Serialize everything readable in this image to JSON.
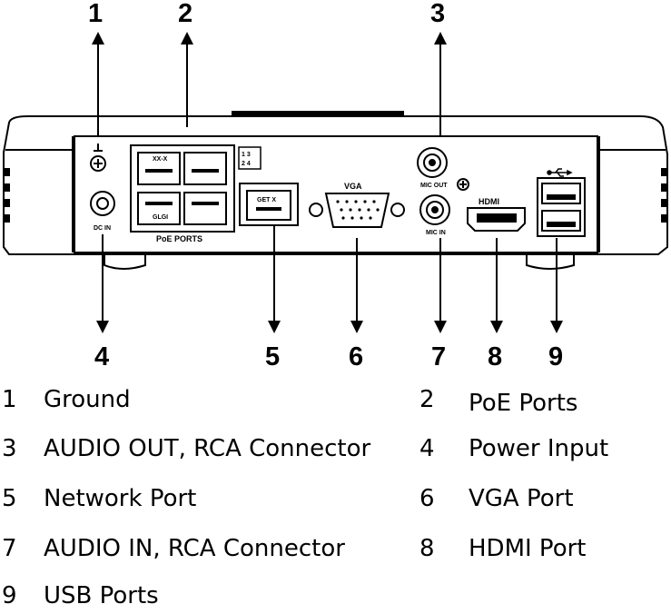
{
  "callouts": [
    "1",
    "2",
    "3",
    "4",
    "5",
    "6",
    "7",
    "8",
    "9"
  ],
  "panel": {
    "poe_label": "PoE PORTS",
    "dc_label": "DC IN",
    "vga_label": "VGA",
    "mic_out_label": "MIC OUT",
    "mic_in_label": "MIC IN",
    "hdmi_label": "HDMI",
    "poe_top_label": "XX-X",
    "poe_bottom_label": "GLGI",
    "net_port_label": "GET X",
    "port_map": [
      "1 3",
      "2 4"
    ]
  },
  "legend": [
    {
      "num": "1",
      "label": "Ground"
    },
    {
      "num": "2",
      "label": "PoE Ports"
    },
    {
      "num": "3",
      "label": "AUDIO OUT, RCA Connector"
    },
    {
      "num": "4",
      "label": "Power Input"
    },
    {
      "num": "5",
      "label": "Network Port"
    },
    {
      "num": "6",
      "label": "VGA Port"
    },
    {
      "num": "7",
      "label": "AUDIO IN, RCA Connector"
    },
    {
      "num": "8",
      "label": "HDMI Port"
    },
    {
      "num": "9",
      "label": "USB Ports"
    }
  ]
}
